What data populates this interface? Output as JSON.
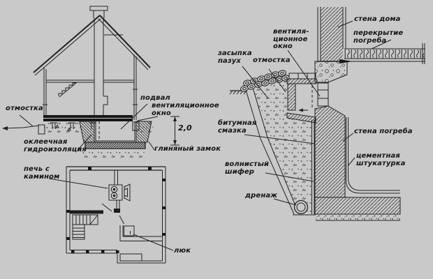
{
  "colors": {
    "background": "#c9c9c9",
    "line": "#222222",
    "dark_fill": "#161616",
    "text": "#151515"
  },
  "left_section": {
    "labels": {
      "otmostka": "отмостка",
      "podval": "подвал",
      "vent_okno": "вентиляционное\nокно",
      "dimension": "2,0",
      "gidroizolyaciya": "оклеечная\nгидроизоляция",
      "glinyanyi_zamok": "глиняный замок"
    }
  },
  "floor_plan": {
    "labels": {
      "pech": "печь с\nкамином",
      "lyuk": "люк"
    }
  },
  "right_section": {
    "labels": {
      "vent_okno": "вентиля-\nционное\nокно",
      "stena_doma": "стена дома",
      "perekrytie": "перекрытие погреба",
      "zasypka": "засыпка\nпазух",
      "otmostka": "отмостка",
      "bitum": "битумная\nсмазка",
      "stena_pogreba": "стена погреба",
      "shtukaturka": "цементная\nштукатурка",
      "shifer": "волнистый\nшифер",
      "drenazh": "дренаж"
    }
  }
}
